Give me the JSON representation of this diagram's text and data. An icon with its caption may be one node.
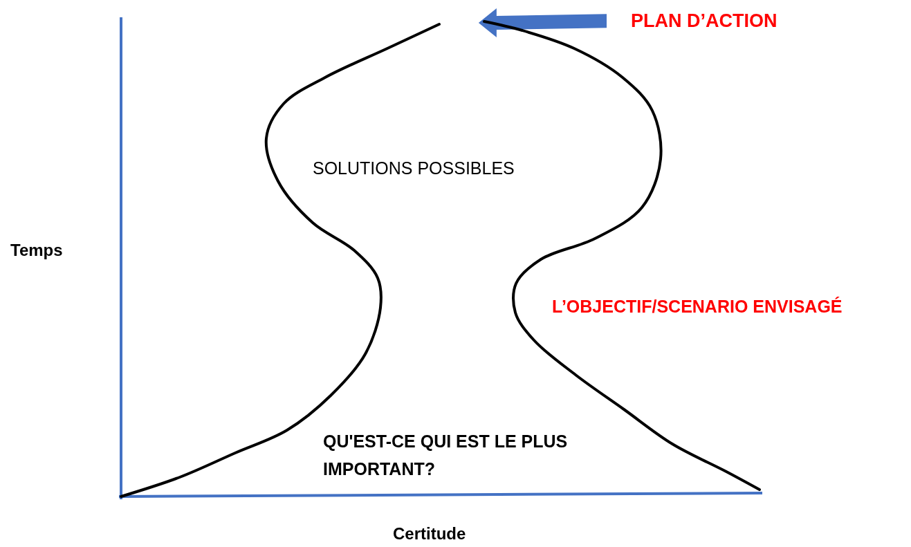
{
  "diagram": {
    "nodes": [
      {
        "text": [
          "PLAN D’ACTION"
        ]
      },
      {
        "text": [],
        "shape": "picture"
      }
    ],
    "edges": [
      {
        "from": 0,
        "to": 1,
        "arrow": "to",
        "style": "thick",
        "color": "#4472c4"
      }
    ],
    "labels": [
      "Temps",
      "SOLUTIONS POSSIBLES",
      "L’OBJECTIF/SCENARIO ENVISAGÉ",
      "QU'EST-CE QUI EST LE PLUS IMPORTANT?",
      "Certitude"
    ]
  }
}
